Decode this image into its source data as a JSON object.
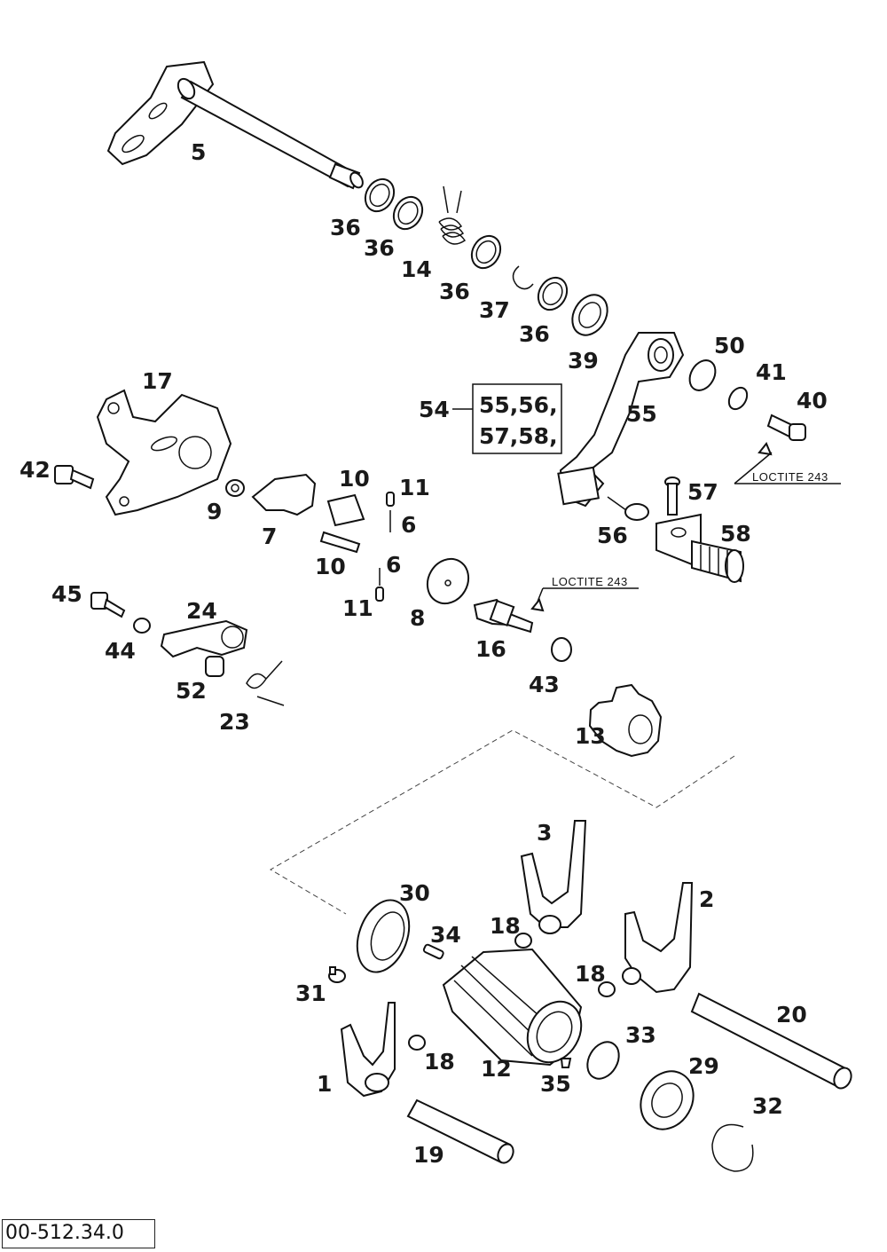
{
  "labels": [
    "5",
    "36",
    "36",
    "14",
    "36",
    "37",
    "36",
    "39",
    "50",
    "41",
    "40",
    "54",
    "55",
    "17",
    "10",
    "11",
    "6",
    "42",
    "9",
    "7",
    "10",
    "6",
    "11",
    "8",
    "16",
    "57",
    "56",
    "58",
    "45",
    "24",
    "44",
    "52",
    "23",
    "43",
    "13",
    "3",
    "30",
    "2",
    "34",
    "18",
    "18",
    "31",
    "20",
    "33",
    "1",
    "18",
    "12",
    "35",
    "29",
    "32",
    "19"
  ],
  "group_box": {
    "line1": "55,56,",
    "line2": "57,58,"
  },
  "notes": {
    "loctite_1": "LOCTITE 243",
    "loctite_2": "LOCTITE 243"
  },
  "drawing_code": "00-512.34.0"
}
